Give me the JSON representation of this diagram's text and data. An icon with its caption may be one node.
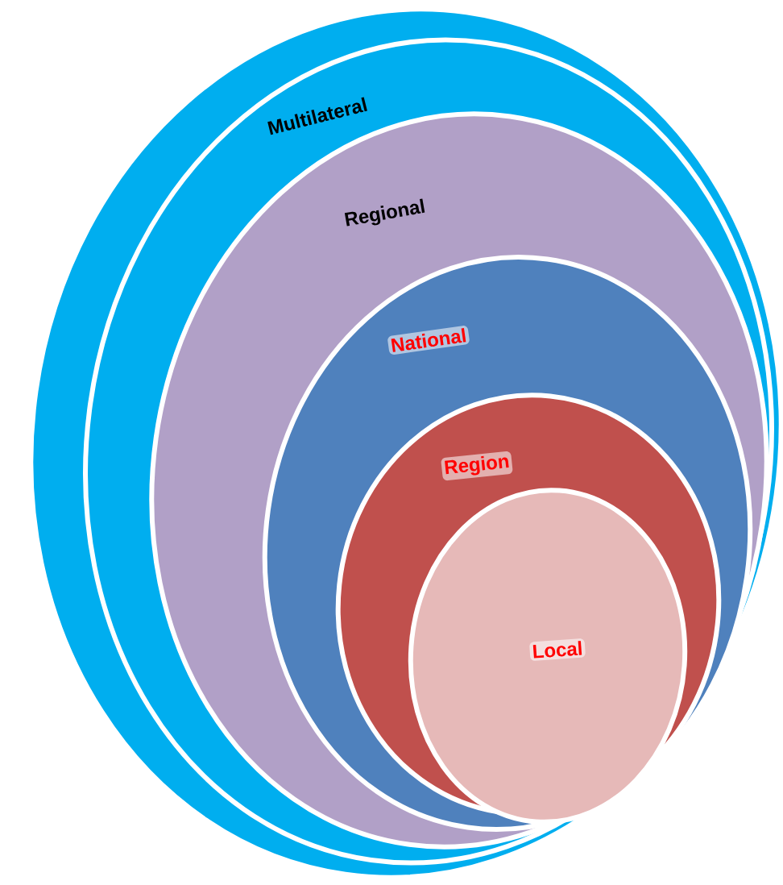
{
  "diagram": {
    "nodes": [
      {
        "text": [
          "Multilateral"
        ]
      },
      {
        "text": [
          "Regional"
        ],
        "in": 0
      },
      {
        "text": [
          "National"
        ],
        "in": 1
      },
      {
        "text": [
          "Region"
        ],
        "in": 2
      },
      {
        "text": [
          "Local"
        ],
        "in": 3
      }
    ]
  }
}
